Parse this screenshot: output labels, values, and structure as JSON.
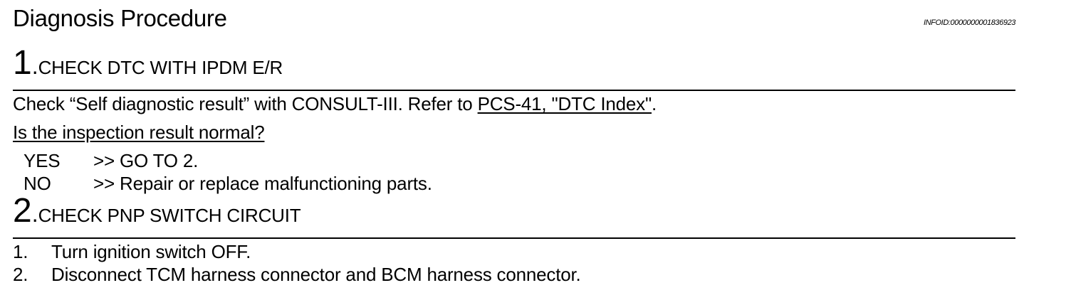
{
  "header": {
    "title": "Diagnosis Procedure",
    "info_id": "INFOID:0000000001836923"
  },
  "steps": [
    {
      "number": "1",
      "dot": ".",
      "title": "CHECK DTC WITH IPDM E/R",
      "instruction_prefix": "Check “Self diagnostic result” with CONSULT-III. Refer to ",
      "instruction_link": "PCS-41, \"DTC  Index\"",
      "instruction_suffix": ".",
      "question": "Is the inspection result normal?",
      "answers": [
        {
          "key": "YES",
          "value": ">> GO TO 2."
        },
        {
          "key": "NO",
          "value": ">> Repair or replace malfunctioning parts."
        }
      ]
    },
    {
      "number": "2",
      "dot": ".",
      "title": "CHECK PNP SWITCH CIRCUIT",
      "items": [
        {
          "num": "1.",
          "text": "Turn ignition switch OFF."
        },
        {
          "num": "2.",
          "text": "Disconnect TCM harness connector and BCM harness connector."
        }
      ]
    }
  ]
}
